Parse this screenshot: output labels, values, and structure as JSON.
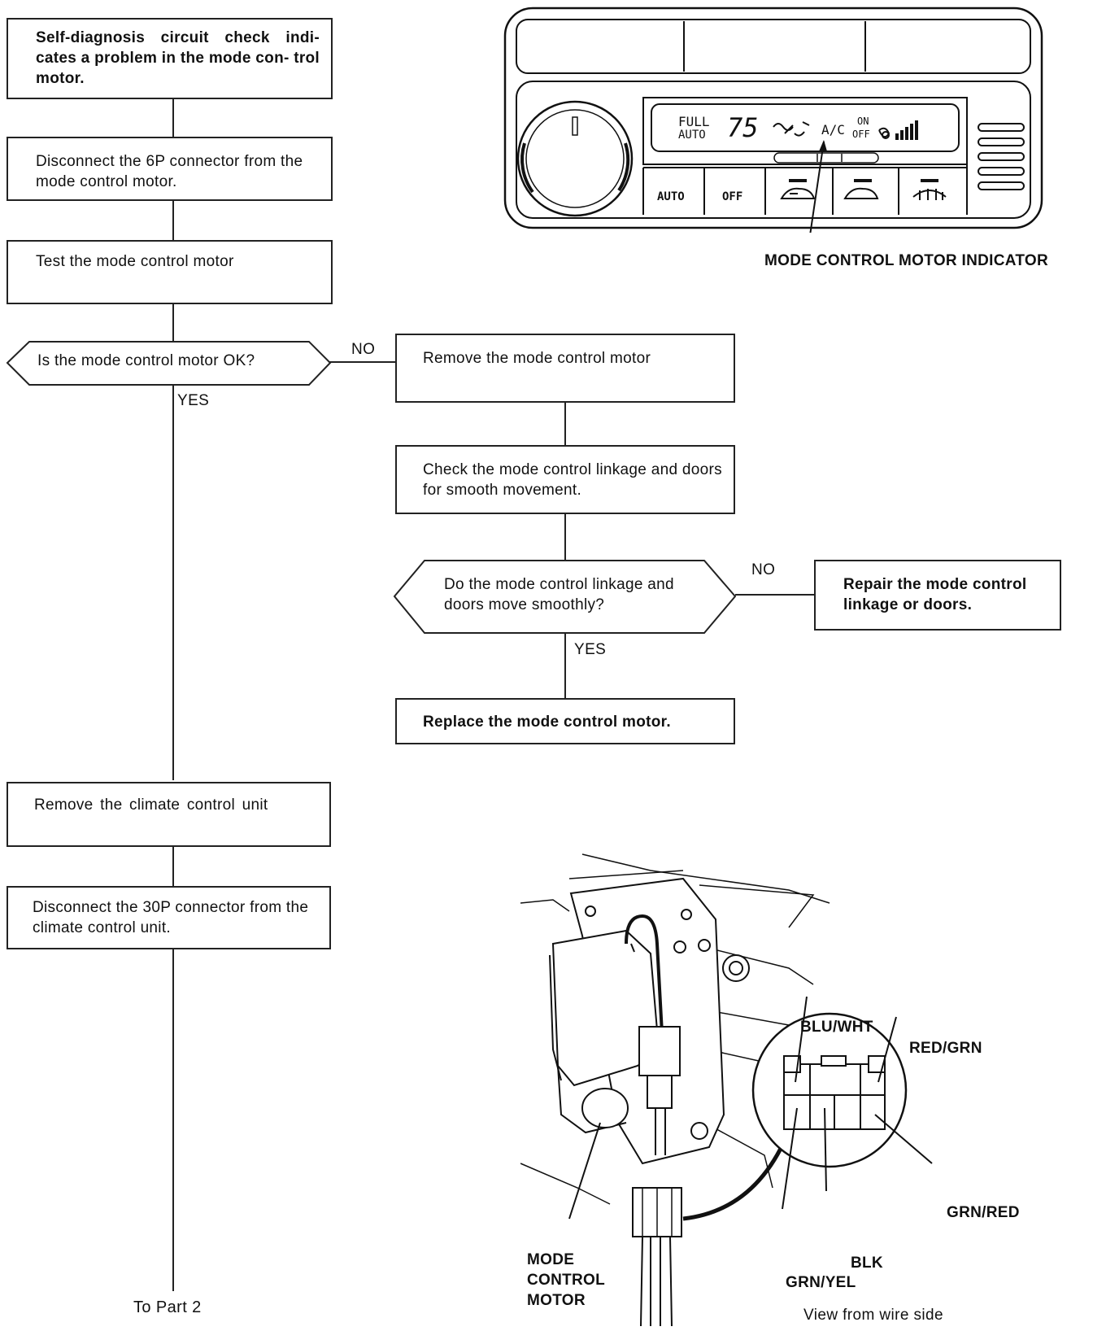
{
  "flowchart": {
    "step1": "Self-diagnosis circuit check indi- cates a problem in the mode con- trol motor.",
    "step2": "Disconnect the 6P connector from the mode control motor.",
    "step3": "Test the mode control motor",
    "decision1": "Is the mode control motor OK?",
    "decision1_no": "NO",
    "decision1_yes": "YES",
    "step_remove_motor": "Remove the mode control motor",
    "step_check_linkage": "Check the mode control linkage and doors for smooth movement.",
    "decision2": "Do the mode control linkage and doors move smoothly?",
    "decision2_no": "NO",
    "decision2_yes": "YES",
    "step_repair": "Repair the mode control linkage or doors.",
    "step_replace": "Replace the mode control motor.",
    "step_remove_ccu": "Remove the climate control unit",
    "step_disconnect_30p": "Disconnect the 30P connector from the climate control unit.",
    "to_part2": "To Part 2"
  },
  "control_panel": {
    "display_full": "FULL",
    "display_auto": "AUTO",
    "display_temp": "75",
    "display_ac": "A/C",
    "display_on": "ON",
    "display_off": "OFF",
    "btn_auto": "AUTO",
    "btn_off": "OFF",
    "indicator_label": "MODE CONTROL MOTOR INDICATOR"
  },
  "motor_illustration": {
    "wire_blu_wht": "BLU/WHT",
    "wire_red_grn": "RED/GRN",
    "wire_grn_red": "GRN/RED",
    "wire_blk": "BLK",
    "wire_grn_yel": "GRN/YEL",
    "motor_label_1": "MODE",
    "motor_label_2": "CONTROL",
    "motor_label_3": "MOTOR",
    "view_caption": "View from wire side"
  }
}
